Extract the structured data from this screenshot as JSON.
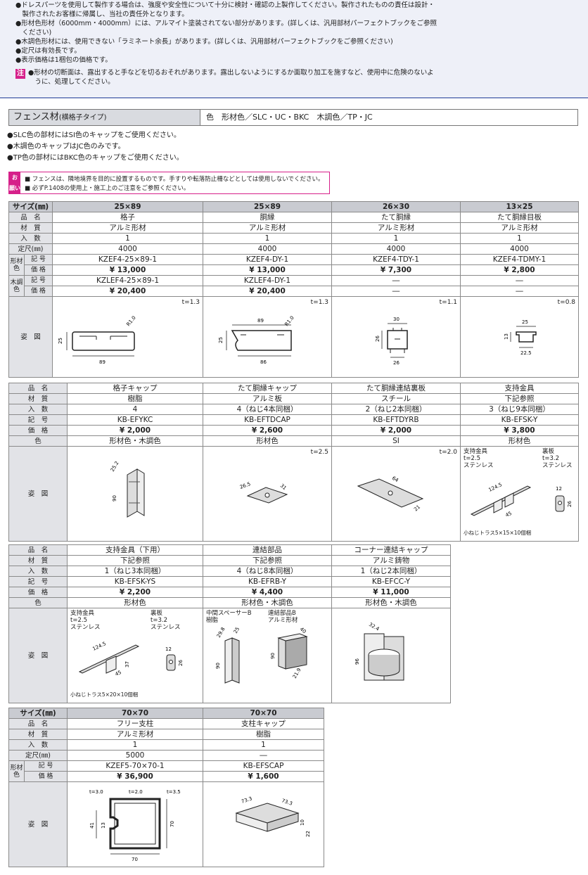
{
  "notes": [
    "●ドレスパーツを使用して製作する場合は、強度や安全性について十分に検討・確認の上製作してください。製作されたものの責任は設計・",
    "　製作されたお客様に帰属し、当社の責任外となります。",
    "●形材色形材（6000mm・4000mm）には、アルマイト塗装されてない部分があります。(詳しくは、汎用部材パーフェクトブックをご参照",
    "　ください)",
    "●木調色形材には、使用できない「ラミネート余長」があります。(詳しくは、汎用部材パーフェクトブックをご参照ください)",
    "●定尺は有効長です。",
    "●表示価格は1梱包の価格です。"
  ],
  "caution": {
    "mark": "注",
    "lines": [
      "●形材の切断面は、露出すると手などを切るおそれがあります。露出しないようにするか面取り加工を施すなど、使用中に危険のないよ",
      "　うに、処理してください。"
    ]
  },
  "section": {
    "title": "フェンス材",
    "subtitle": "(横格子タイプ)",
    "colors": "色　形材色／SLC・UC・BKC　木調色／TP・JC"
  },
  "bullets": [
    "●SLC色の部材にはSI色のキャップをご使用ください。",
    "●木調色のキャップはJC色のみです。",
    "●TP色の部材にはBKC色のキャップをご使用ください。"
  ],
  "request": {
    "label": "お願い",
    "lines": [
      "■ フェンスは、隣地境界を目的に設置するものです。手すりや転落防止柵などとしては使用しないでください。",
      "■ 必ずP.1408の使用上・施工上のご注意をご参照ください。"
    ]
  },
  "labels": {
    "size": "サイズ(㎜)",
    "name": "品　名",
    "material": "材　質",
    "qty": "入　数",
    "length": "定尺(㎜)",
    "frame_color": "形材色",
    "wood_color": "木調色",
    "code": "記　号",
    "code_short": "記 号",
    "price": "価　格",
    "price_short": "価 格",
    "color": "色",
    "figure": "姿　図"
  },
  "table1": {
    "columns": [
      {
        "size": "25×89",
        "name": "格子",
        "material": "アルミ形材",
        "qty": "1",
        "length": "4000",
        "code": "KZEF4-25×89-1",
        "price": "¥ 13,000",
        "wood_code": "KZLEF4-25×89-1",
        "wood_price": "¥ 20,400",
        "t": "t=1.3"
      },
      {
        "size": "25×89",
        "name": "胴縁",
        "material": "アルミ形材",
        "qty": "1",
        "length": "4000",
        "code": "KZEF4-DY-1",
        "price": "¥ 13,000",
        "wood_code": "KZLEF4-DY-1",
        "wood_price": "¥ 20,400",
        "t": "t=1.3"
      },
      {
        "size": "26×30",
        "name": "たて胴縁",
        "material": "アルミ形材",
        "qty": "1",
        "length": "4000",
        "code": "KZEF4-TDY-1",
        "price": "¥ 7,300",
        "wood_code": "―",
        "wood_price": "―",
        "t": "t=1.1"
      },
      {
        "size": "13×25",
        "name": "たて胴縁目板",
        "material": "アルミ形材",
        "qty": "1",
        "length": "4000",
        "code": "KZEF4-TDMY-1",
        "price": "¥ 2,800",
        "wood_code": "―",
        "wood_price": "―",
        "t": "t=0.8"
      }
    ],
    "dims": {
      "a1": "R1.0",
      "a2": "25",
      "a3": "89",
      "b1": "89",
      "b2": "R1.0",
      "b3": "25",
      "b4": "86",
      "c1": "30",
      "c2": "26",
      "c3": "26",
      "d1": "25",
      "d2": "13",
      "d3": "22.5"
    }
  },
  "table2": {
    "columns": [
      {
        "name": "格子キャップ",
        "material": "樹脂",
        "qty": "4",
        "code": "KB-EFYKC",
        "price": "¥ 2,000",
        "color": "形材色・木調色",
        "t": ""
      },
      {
        "name": "たて胴縁キャップ",
        "material": "アルミ板",
        "qty": "4（ねじ4本同梱）",
        "code": "KB-EFTDCAP",
        "price": "¥ 2,600",
        "color": "形材色",
        "t": "t=2.5"
      },
      {
        "name": "たて胴縁連結裏板",
        "material": "スチール",
        "qty": "2（ねじ2本同梱）",
        "code": "KB-EFTDYRB",
        "price": "¥ 2,000",
        "color": "SI",
        "t": "t=2.0"
      },
      {
        "name": "支持金具",
        "material": "下記参照",
        "qty": "3（ねじ9本同梱）",
        "code": "KB-EFSK-Y",
        "price": "¥ 3,800",
        "color": "形材色",
        "t": ""
      }
    ],
    "dims": {
      "a1": "25.2",
      "a2": "90",
      "b1": "26.5",
      "b2": "31",
      "c1": "64",
      "c2": "21",
      "d1": "124.5",
      "d2": "45",
      "d3": "12",
      "d4": "26"
    },
    "bracket_notes": {
      "left": [
        "支持金具",
        "t=2.5",
        "ステンレス"
      ],
      "right": [
        "裏板",
        "t=3.2",
        "ステンレス"
      ],
      "screw": "小ねじトラス5×15×10個梱"
    }
  },
  "table3": {
    "columns": [
      {
        "name": "支持金具（下用）",
        "material": "下記参照",
        "qty": "1（ねじ3本同梱）",
        "code": "KB-EFSK-YS",
        "price": "¥ 2,200",
        "color": "形材色"
      },
      {
        "name": "連結部品",
        "material": "下記参照",
        "qty": "4（ねじ8本同梱）",
        "code": "KB-EFRB-Y",
        "price": "¥ 4,400",
        "color": "形材色・木調色"
      },
      {
        "name": "コーナー連結キャップ",
        "material": "アルミ鋳物",
        "qty": "1（ねじ2本同梱）",
        "code": "KB-EFCC-Y",
        "price": "¥ 11,000",
        "color": "形材色・木調色"
      }
    ],
    "dims": {
      "a1": "124.5",
      "a2": "45",
      "a3": "37",
      "a4": "12",
      "a5": "26",
      "b1": "25",
      "b2": "29.8",
      "b3": "90",
      "b4": "40",
      "b5": "90",
      "b6": "21.9",
      "c1": "32.4",
      "c2": "96"
    },
    "bracket_notes": {
      "left": [
        "支持金具",
        "t=2.5",
        "ステンレス"
      ],
      "right": [
        "裏板",
        "t=3.2",
        "ステンレス"
      ],
      "screw": "小ねじトラス5×20×10個梱"
    },
    "joint_notes": {
      "left": [
        "中間スペーサーB",
        "樹脂"
      ],
      "right": [
        "連結部品B",
        "アルミ形材"
      ]
    }
  },
  "table4": {
    "columns": [
      {
        "size": "70×70",
        "name": "フリー支柱",
        "material": "アルミ形材",
        "qty": "1",
        "length": "5000",
        "code": "KZEF5-70×70-1",
        "price": "¥ 36,900"
      },
      {
        "size": "70×70",
        "name": "支柱キャップ",
        "material": "樹脂",
        "qty": "1",
        "length": "―",
        "code": "KB-EFSCAP",
        "price": "¥ 1,600"
      }
    ],
    "dims": {
      "a1": "t=3.0",
      "a2": "t=2.0",
      "a3": "t=3.5",
      "a4": "41",
      "a5": "13",
      "a6": "70",
      "a7": "70",
      "b1": "73.3",
      "b2": "73.3",
      "b3": "10",
      "b4": "22"
    }
  }
}
